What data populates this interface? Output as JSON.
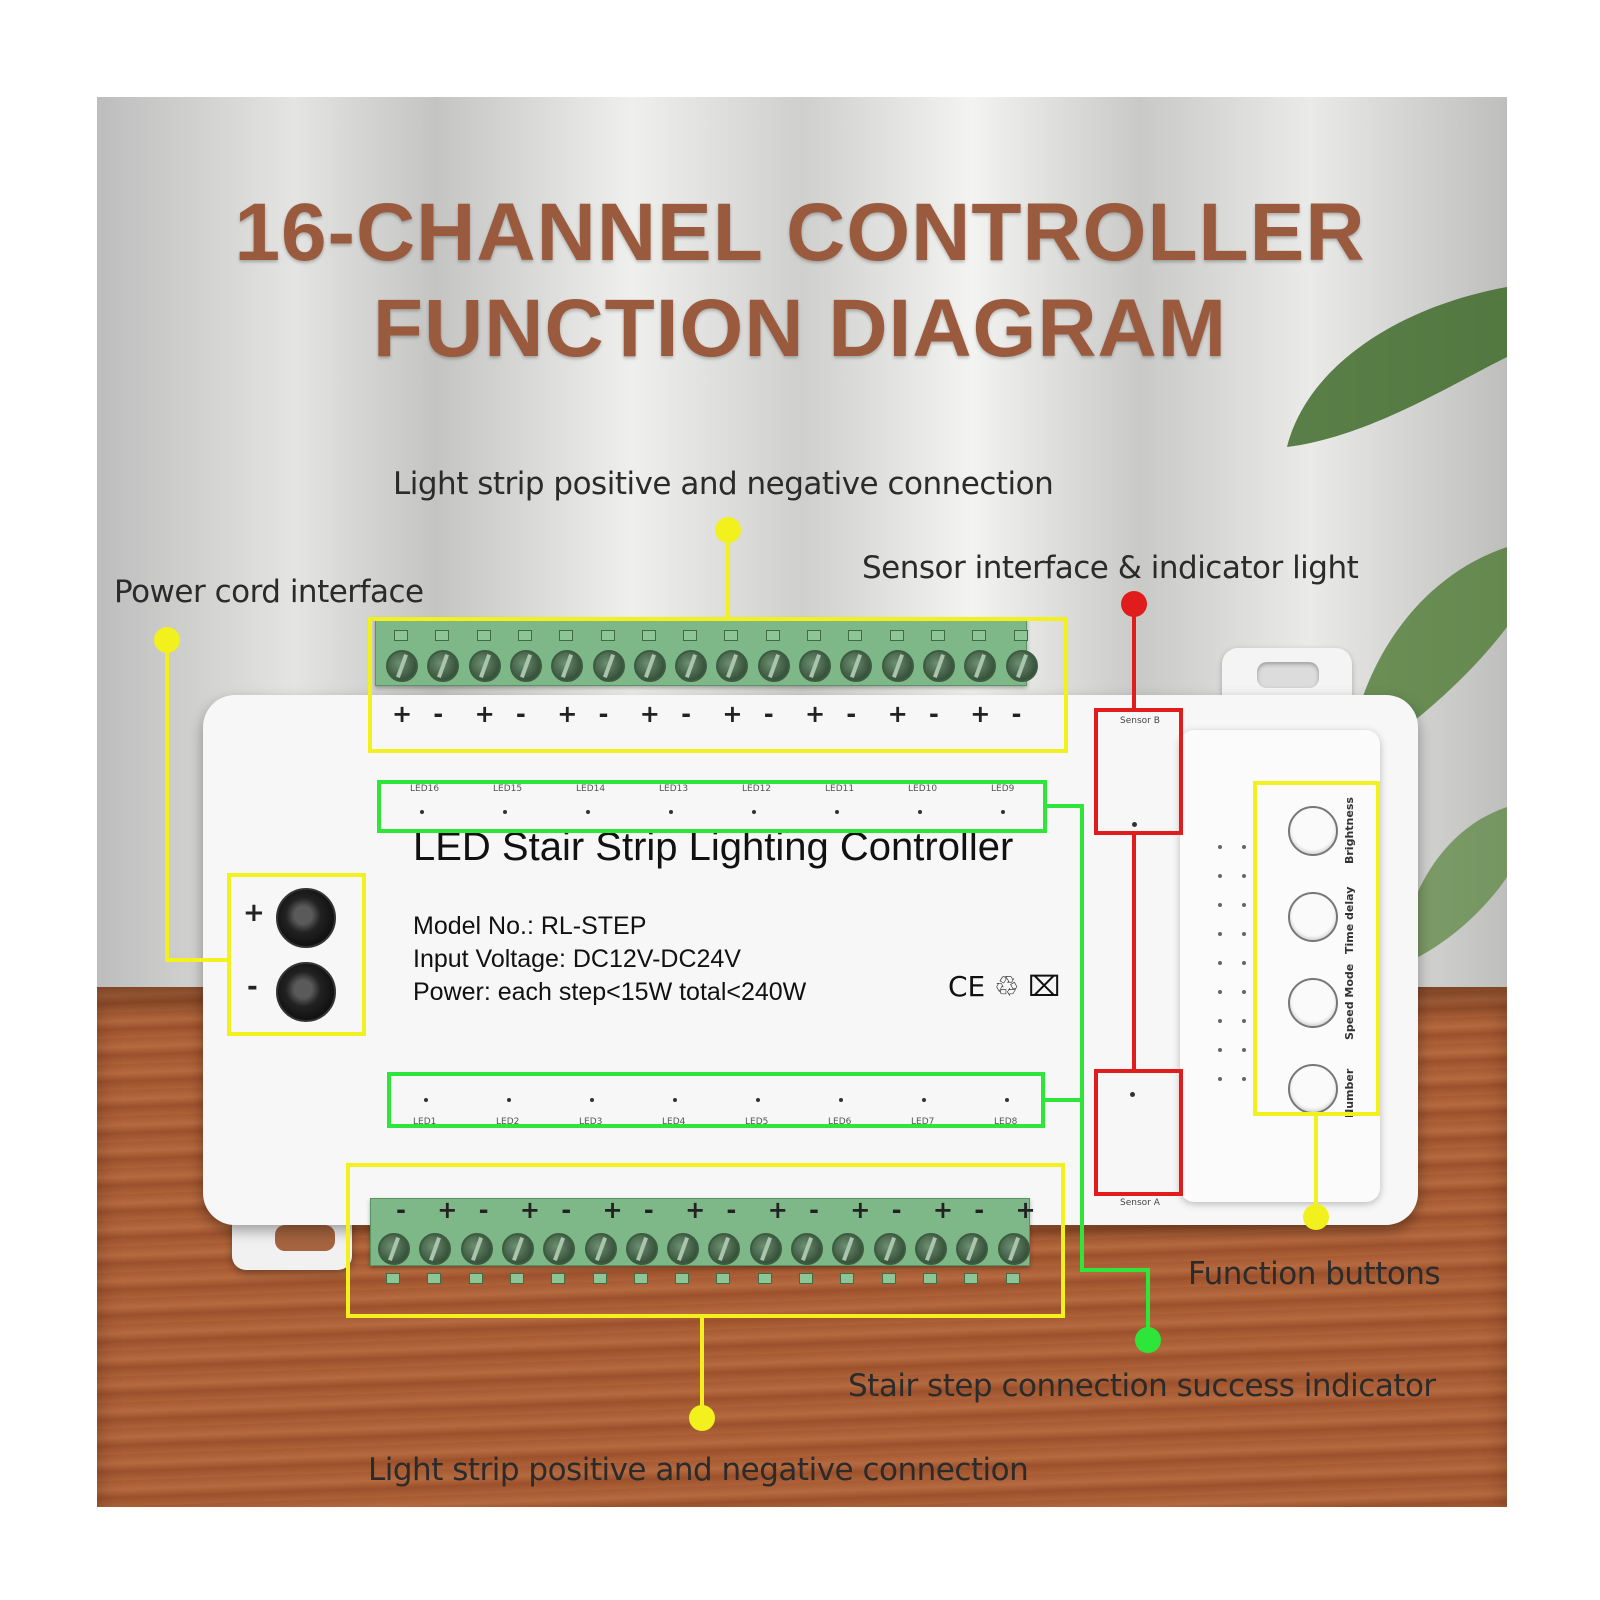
{
  "title": {
    "line1": "16-CHANNEL CONTROLLER",
    "line2": "FUNCTION DIAGRAM"
  },
  "callouts": {
    "top_terminals": "Light strip positive and negative connection",
    "sensor": "Sensor interface & indicator light",
    "power": "Power cord interface",
    "function_buttons": "Function buttons",
    "step_indicator": "Stair step connection success indicator",
    "bottom_terminals": "Light strip positive and negative connection"
  },
  "device": {
    "heading": "LED Stair Strip Lighting Controller",
    "model": "Model No.: RL-STEP",
    "voltage": "Input Voltage: DC12V-DC24V",
    "power": "Power: each step<15W    total<240W",
    "marks": "CE ♲ ⌧",
    "jack_plus": "+",
    "jack_minus": "-",
    "sensor_b": "Sensor B",
    "sensor_a": "Sensor A",
    "top_led_labels": [
      "LED16",
      "LED15",
      "LED14",
      "LED13",
      "LED12",
      "LED11",
      "LED10",
      "LED9"
    ],
    "bottom_led_labels": [
      "LED1",
      "LED2",
      "LED3",
      "LED4",
      "LED5",
      "LED6",
      "LED7",
      "LED8"
    ],
    "top_polarity": [
      "+",
      "-",
      "+",
      "-",
      "+",
      "-",
      "+",
      "-",
      "+",
      "-",
      "+",
      "-",
      "+",
      "-",
      "+",
      "-"
    ],
    "bottom_polarity": [
      "-",
      "+",
      "-",
      "+",
      "-",
      "+",
      "-",
      "+",
      "-",
      "+",
      "-",
      "+",
      "-",
      "+",
      "-",
      "+"
    ],
    "buttons": [
      "Brightness",
      "Time delay",
      "Speed Mode",
      "Number"
    ]
  },
  "colors": {
    "title": "#9a5a3e",
    "yellow": "#f2f01d",
    "green": "#2ee53a",
    "red": "#e01c1c"
  },
  "icons": {
    "leader_marker": "dot",
    "plant": "leaf"
  }
}
